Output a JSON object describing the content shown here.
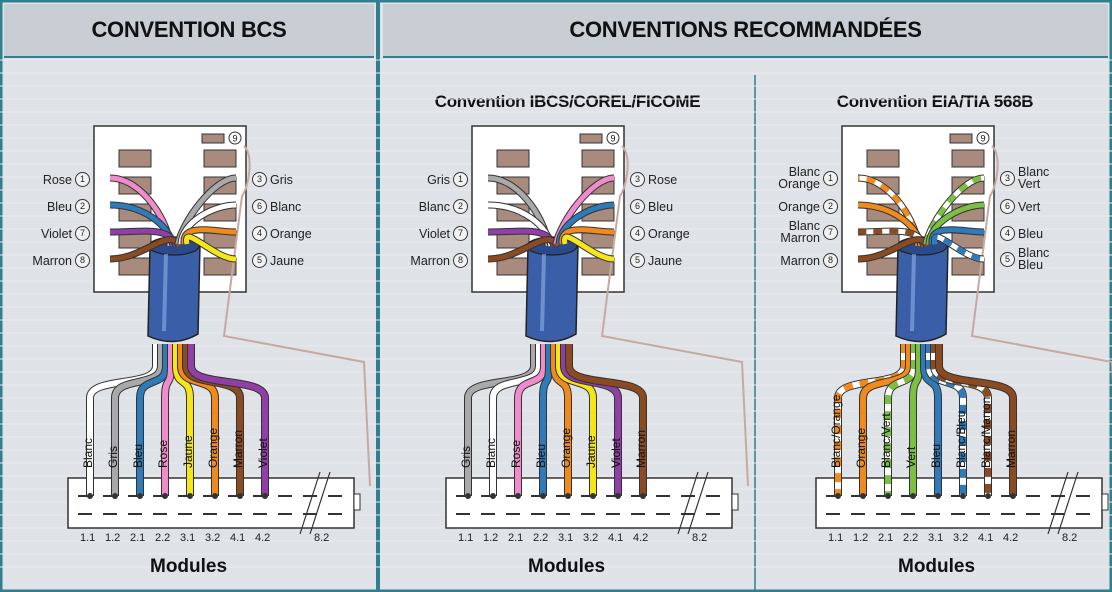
{
  "headers": {
    "left": "CONVENTION BCS",
    "right": "CONVENTIONS RECOMMANDÉES"
  },
  "panels": [
    {
      "subtitle": "",
      "left_pins": [
        {
          "label": "Rose",
          "num": "1",
          "color": "#f08ccb"
        },
        {
          "label": "Bleu",
          "num": "2",
          "color": "#2f7ab8"
        },
        {
          "label": "Violet",
          "num": "7",
          "color": "#8f3fa5"
        },
        {
          "label": "Marron",
          "num": "8",
          "color": "#8a4a22"
        }
      ],
      "right_pins": [
        {
          "label": "Gris",
          "num": "3",
          "color": "#a9a9a9"
        },
        {
          "label": "Blanc",
          "num": "6",
          "color": "#ffffff"
        },
        {
          "label": "Orange",
          "num": "4",
          "color": "#f08a1c"
        },
        {
          "label": "Jaune",
          "num": "5",
          "color": "#f5e61a"
        }
      ],
      "wires": [
        {
          "label": "Blanc",
          "color": "#ffffff"
        },
        {
          "label": "Gris",
          "color": "#a9a9a9"
        },
        {
          "label": "Bleu",
          "color": "#2f7ab8"
        },
        {
          "label": "Rose",
          "color": "#f08ccb"
        },
        {
          "label": "Jaune",
          "color": "#f5e61a"
        },
        {
          "label": "Orange",
          "color": "#f08a1c"
        },
        {
          "label": "Marron",
          "color": "#8a4a22"
        },
        {
          "label": "Violet",
          "color": "#8f3fa5"
        }
      ],
      "modules_label": "Modules"
    },
    {
      "subtitle": "Convention IBCS/COREL/FICOME",
      "left_pins": [
        {
          "label": "Gris",
          "num": "1",
          "color": "#a9a9a9"
        },
        {
          "label": "Blanc",
          "num": "2",
          "color": "#ffffff"
        },
        {
          "label": "Violet",
          "num": "7",
          "color": "#8f3fa5"
        },
        {
          "label": "Marron",
          "num": "8",
          "color": "#8a4a22"
        }
      ],
      "right_pins": [
        {
          "label": "Rose",
          "num": "3",
          "color": "#f08ccb"
        },
        {
          "label": "Bleu",
          "num": "6",
          "color": "#2f7ab8"
        },
        {
          "label": "Orange",
          "num": "4",
          "color": "#f08a1c"
        },
        {
          "label": "Jaune",
          "num": "5",
          "color": "#f5e61a"
        }
      ],
      "wires": [
        {
          "label": "Gris",
          "color": "#a9a9a9"
        },
        {
          "label": "Blanc",
          "color": "#ffffff"
        },
        {
          "label": "Rose",
          "color": "#f08ccb"
        },
        {
          "label": "Bleu",
          "color": "#2f7ab8"
        },
        {
          "label": "Orange",
          "color": "#f08a1c"
        },
        {
          "label": "Jaune",
          "color": "#f5e61a"
        },
        {
          "label": "Violet",
          "color": "#8f3fa5"
        },
        {
          "label": "Marron",
          "color": "#8a4a22"
        }
      ],
      "modules_label": "Modules"
    },
    {
      "subtitle": "Convention EIA/TIA 568B",
      "left_pins": [
        {
          "label": "Blanc\nOrange",
          "num": "1",
          "color": "#f08a1c",
          "striped": true
        },
        {
          "label": "Orange",
          "num": "2",
          "color": "#f08a1c"
        },
        {
          "label": "Blanc\nMarron",
          "num": "7",
          "color": "#8a4a22",
          "striped": true
        },
        {
          "label": "Marron",
          "num": "8",
          "color": "#8a4a22"
        }
      ],
      "right_pins": [
        {
          "label": "Blanc\nVert",
          "num": "3",
          "color": "#7cc043",
          "striped": true
        },
        {
          "label": "Vert",
          "num": "6",
          "color": "#7cc043"
        },
        {
          "label": "Bleu",
          "num": "4",
          "color": "#2f7ab8"
        },
        {
          "label": "Blanc\nBleu",
          "num": "5",
          "color": "#2f7ab8",
          "striped": true
        }
      ],
      "wires": [
        {
          "label": "Blanc/Orange",
          "color": "#f08a1c",
          "striped": true
        },
        {
          "label": "Orange",
          "color": "#f08a1c"
        },
        {
          "label": "Blanc/Vert",
          "color": "#7cc043",
          "striped": true
        },
        {
          "label": "Vert",
          "color": "#7cc043"
        },
        {
          "label": "Bleu",
          "color": "#2f7ab8"
        },
        {
          "label": "Blanc/Bleu",
          "color": "#2f7ab8",
          "striped": true
        },
        {
          "label": "Blanc/Marron",
          "color": "#8a4a22",
          "striped": true
        },
        {
          "label": "Marron",
          "color": "#8a4a22"
        }
      ],
      "modules_label": "Modules"
    }
  ],
  "module_numbers": [
    "1.1",
    "1.2",
    "2.1",
    "2.2",
    "3.1",
    "3.2",
    "4.1",
    "4.2",
    "8.2"
  ],
  "pin9": "9",
  "colors": {
    "divider": "#2f7f8e",
    "cable_blue": "#3a5fa8"
  }
}
